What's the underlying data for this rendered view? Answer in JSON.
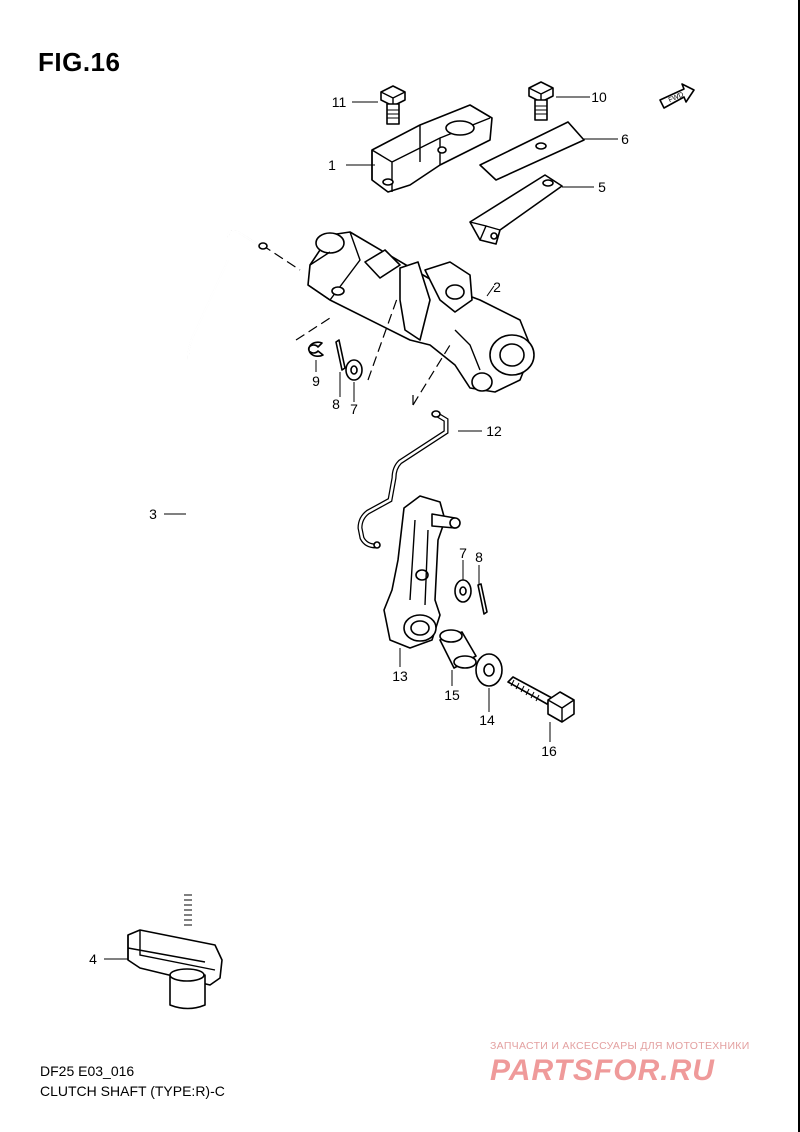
{
  "figure": {
    "title": "FIG.16"
  },
  "footer": {
    "model_code": "DF25 E03_016",
    "description": "CLUTCH SHAFT (TYPE:R)-C"
  },
  "fwd_label": "FWD",
  "callouts": {
    "c1": "1",
    "c2": "2",
    "c3": "3",
    "c4": "4",
    "c5": "5",
    "c6": "6",
    "c7a": "7",
    "c7b": "7",
    "c8a": "8",
    "c8b": "8",
    "c9": "9",
    "c10": "10",
    "c11": "11",
    "c12": "12",
    "c13": "13",
    "c14": "14",
    "c15": "15",
    "c16": "16"
  },
  "watermark": {
    "tagline": "ЗАПЧАСТИ И АКСЕССУАРЫ ДЛЯ МОТОТЕХНИКИ",
    "site": "PARTSFOR.RU"
  },
  "colors": {
    "line": "#000000",
    "background": "#ffffff",
    "watermark": "#ef9a9a"
  }
}
